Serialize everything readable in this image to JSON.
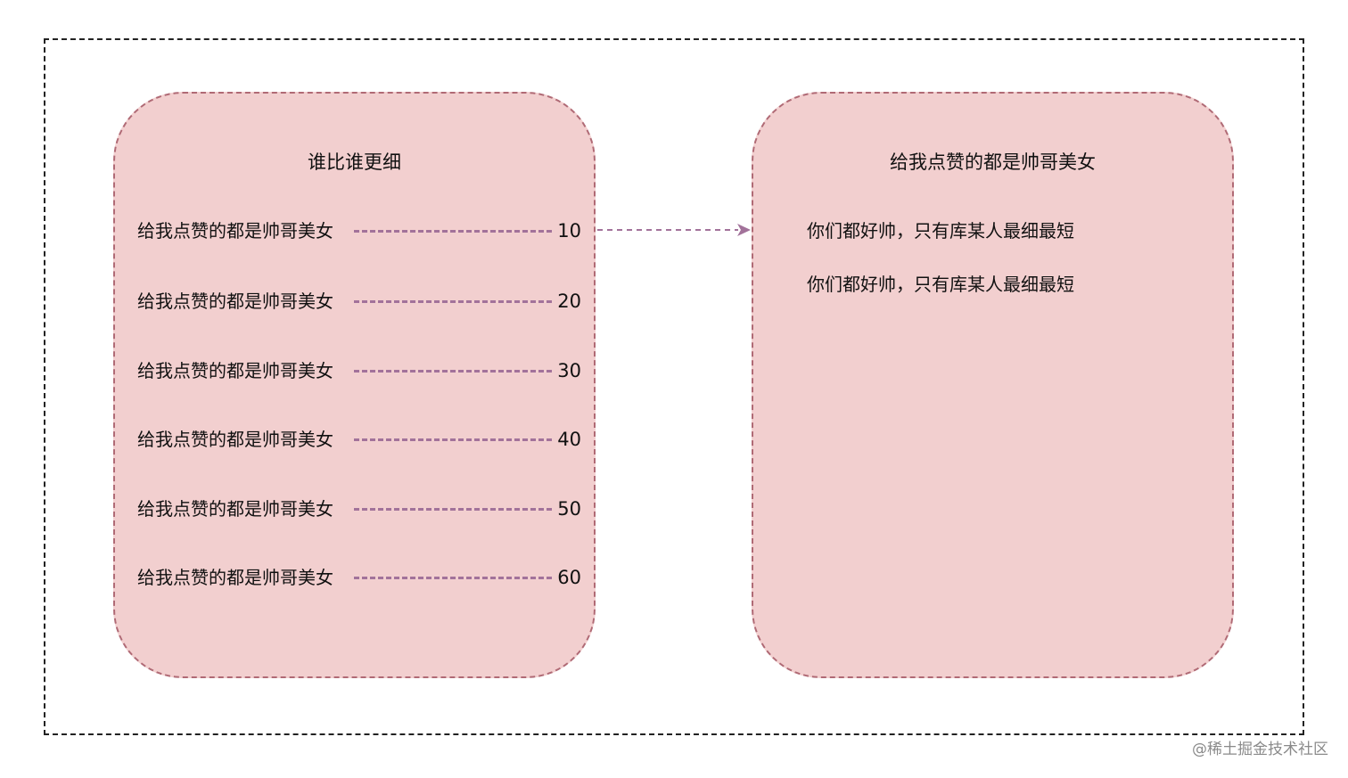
{
  "left_box": {
    "title": "谁比谁更细",
    "rows": [
      {
        "label": "给我点赞的都是帅哥美女",
        "value": "10"
      },
      {
        "label": "给我点赞的都是帅哥美女",
        "value": "20"
      },
      {
        "label": "给我点赞的都是帅哥美女",
        "value": "30"
      },
      {
        "label": "给我点赞的都是帅哥美女",
        "value": "40"
      },
      {
        "label": "给我点赞的都是帅哥美女",
        "value": "50"
      },
      {
        "label": "给我点赞的都是帅哥美女",
        "value": "60"
      }
    ]
  },
  "right_box": {
    "title": "给我点赞的都是帅哥美女",
    "lines": [
      "你们都好帅，只有库某人最细最短",
      "你们都好帅，只有库某人最细最短"
    ]
  },
  "watermark": "@稀土掘金技术社区",
  "colors": {
    "box_fill": "#f2cfcf",
    "box_border": "#b06a75",
    "connector": "#a2729a"
  }
}
